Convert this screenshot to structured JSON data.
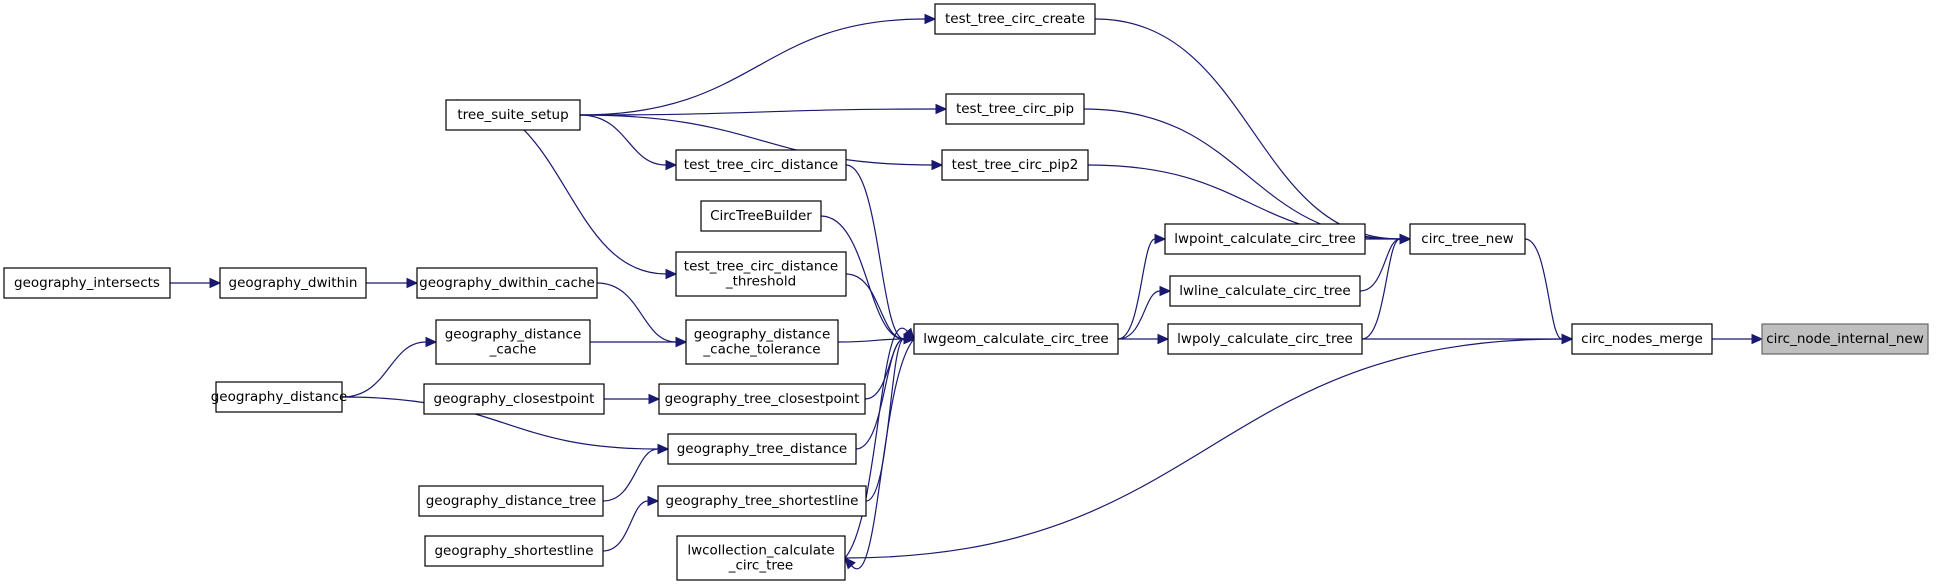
{
  "diagram": {
    "type": "call-graph",
    "direction": "right-to-left",
    "colors": {
      "edge": "#191970",
      "node_border": "#000000",
      "root_fill": "#bfbfbf"
    },
    "nodes": [
      {
        "id": "circ_node_internal_new",
        "label": [
          "circ_node_internal_new"
        ],
        "root": true
      },
      {
        "id": "circ_nodes_merge",
        "label": [
          "circ_nodes_merge"
        ]
      },
      {
        "id": "circ_tree_new",
        "label": [
          "circ_tree_new"
        ]
      },
      {
        "id": "lwpoly_calculate_circ_tree",
        "label": [
          "lwpoly_calculate_circ_tree"
        ]
      },
      {
        "id": "lwcollection_calculate_circ_tree",
        "label": [
          "lwcollection_calculate",
          "_circ_tree"
        ]
      },
      {
        "id": "lwpoint_calculate_circ_tree",
        "label": [
          "lwpoint_calculate_circ_tree"
        ]
      },
      {
        "id": "lwline_calculate_circ_tree",
        "label": [
          "lwline_calculate_circ_tree"
        ]
      },
      {
        "id": "test_tree_circ_create",
        "label": [
          "test_tree_circ_create"
        ]
      },
      {
        "id": "test_tree_circ_pip",
        "label": [
          "test_tree_circ_pip"
        ]
      },
      {
        "id": "test_tree_circ_pip2",
        "label": [
          "test_tree_circ_pip2"
        ]
      },
      {
        "id": "lwgeom_calculate_circ_tree",
        "label": [
          "lwgeom_calculate_circ_tree"
        ]
      },
      {
        "id": "tree_suite_setup",
        "label": [
          "tree_suite_setup"
        ]
      },
      {
        "id": "test_tree_circ_distance",
        "label": [
          "test_tree_circ_distance"
        ]
      },
      {
        "id": "CircTreeBuilder",
        "label": [
          "CircTreeBuilder"
        ]
      },
      {
        "id": "test_tree_circ_distance_threshold",
        "label": [
          "test_tree_circ_distance",
          "_threshold"
        ]
      },
      {
        "id": "geography_distance_cache_tolerance",
        "label": [
          "geography_distance",
          "_cache_tolerance"
        ]
      },
      {
        "id": "geography_tree_closestpoint",
        "label": [
          "geography_tree_closestpoint"
        ]
      },
      {
        "id": "geography_tree_distance",
        "label": [
          "geography_tree_distance"
        ]
      },
      {
        "id": "geography_tree_shortestline",
        "label": [
          "geography_tree_shortestline"
        ]
      },
      {
        "id": "geography_dwithin_cache",
        "label": [
          "geography_dwithin_cache"
        ]
      },
      {
        "id": "geography_distance_cache",
        "label": [
          "geography_distance",
          "_cache"
        ]
      },
      {
        "id": "geography_closestpoint",
        "label": [
          "geography_closestpoint"
        ]
      },
      {
        "id": "geography_distance_tree",
        "label": [
          "geography_distance_tree"
        ]
      },
      {
        "id": "geography_shortestline",
        "label": [
          "geography_shortestline"
        ]
      },
      {
        "id": "geography_dwithin",
        "label": [
          "geography_dwithin"
        ]
      },
      {
        "id": "geography_distance",
        "label": [
          "geography_distance"
        ]
      },
      {
        "id": "geography_intersects",
        "label": [
          "geography_intersects"
        ]
      }
    ],
    "edges": [
      {
        "from": "circ_node_internal_new",
        "to": "circ_nodes_merge"
      },
      {
        "from": "circ_nodes_merge",
        "to": "circ_tree_new"
      },
      {
        "from": "circ_nodes_merge",
        "to": "lwpoly_calculate_circ_tree"
      },
      {
        "from": "circ_nodes_merge",
        "to": "lwcollection_calculate_circ_tree"
      },
      {
        "from": "circ_tree_new",
        "to": "test_tree_circ_create"
      },
      {
        "from": "circ_tree_new",
        "to": "test_tree_circ_pip"
      },
      {
        "from": "circ_tree_new",
        "to": "test_tree_circ_pip2"
      },
      {
        "from": "circ_tree_new",
        "to": "lwpoint_calculate_circ_tree"
      },
      {
        "from": "circ_tree_new",
        "to": "lwline_calculate_circ_tree"
      },
      {
        "from": "circ_tree_new",
        "to": "lwpoly_calculate_circ_tree"
      },
      {
        "from": "lwpoint_calculate_circ_tree",
        "to": "lwgeom_calculate_circ_tree"
      },
      {
        "from": "lwline_calculate_circ_tree",
        "to": "lwgeom_calculate_circ_tree"
      },
      {
        "from": "lwpoly_calculate_circ_tree",
        "to": "lwgeom_calculate_circ_tree"
      },
      {
        "from": "lwcollection_calculate_circ_tree",
        "to": "lwgeom_calculate_circ_tree"
      },
      {
        "from": "lwgeom_calculate_circ_tree",
        "to": "lwcollection_calculate_circ_tree"
      },
      {
        "from": "lwgeom_calculate_circ_tree",
        "to": "test_tree_circ_distance"
      },
      {
        "from": "lwgeom_calculate_circ_tree",
        "to": "CircTreeBuilder"
      },
      {
        "from": "lwgeom_calculate_circ_tree",
        "to": "test_tree_circ_distance_threshold"
      },
      {
        "from": "lwgeom_calculate_circ_tree",
        "to": "geography_distance_cache_tolerance"
      },
      {
        "from": "lwgeom_calculate_circ_tree",
        "to": "geography_tree_closestpoint"
      },
      {
        "from": "lwgeom_calculate_circ_tree",
        "to": "geography_tree_distance"
      },
      {
        "from": "lwgeom_calculate_circ_tree",
        "to": "geography_tree_shortestline"
      },
      {
        "from": "test_tree_circ_create",
        "to": "tree_suite_setup"
      },
      {
        "from": "test_tree_circ_pip",
        "to": "tree_suite_setup"
      },
      {
        "from": "test_tree_circ_pip2",
        "to": "tree_suite_setup"
      },
      {
        "from": "test_tree_circ_distance",
        "to": "tree_suite_setup"
      },
      {
        "from": "test_tree_circ_distance_threshold",
        "to": "tree_suite_setup"
      },
      {
        "from": "geography_distance_cache_tolerance",
        "to": "geography_dwithin_cache"
      },
      {
        "from": "geography_distance_cache_tolerance",
        "to": "geography_distance_cache"
      },
      {
        "from": "geography_tree_closestpoint",
        "to": "geography_closestpoint"
      },
      {
        "from": "geography_tree_distance",
        "to": "geography_distance"
      },
      {
        "from": "geography_tree_distance",
        "to": "geography_distance_tree"
      },
      {
        "from": "geography_tree_shortestline",
        "to": "geography_shortestline"
      },
      {
        "from": "geography_dwithin_cache",
        "to": "geography_dwithin"
      },
      {
        "from": "geography_distance_cache",
        "to": "geography_distance"
      },
      {
        "from": "geography_dwithin",
        "to": "geography_intersects"
      }
    ]
  }
}
